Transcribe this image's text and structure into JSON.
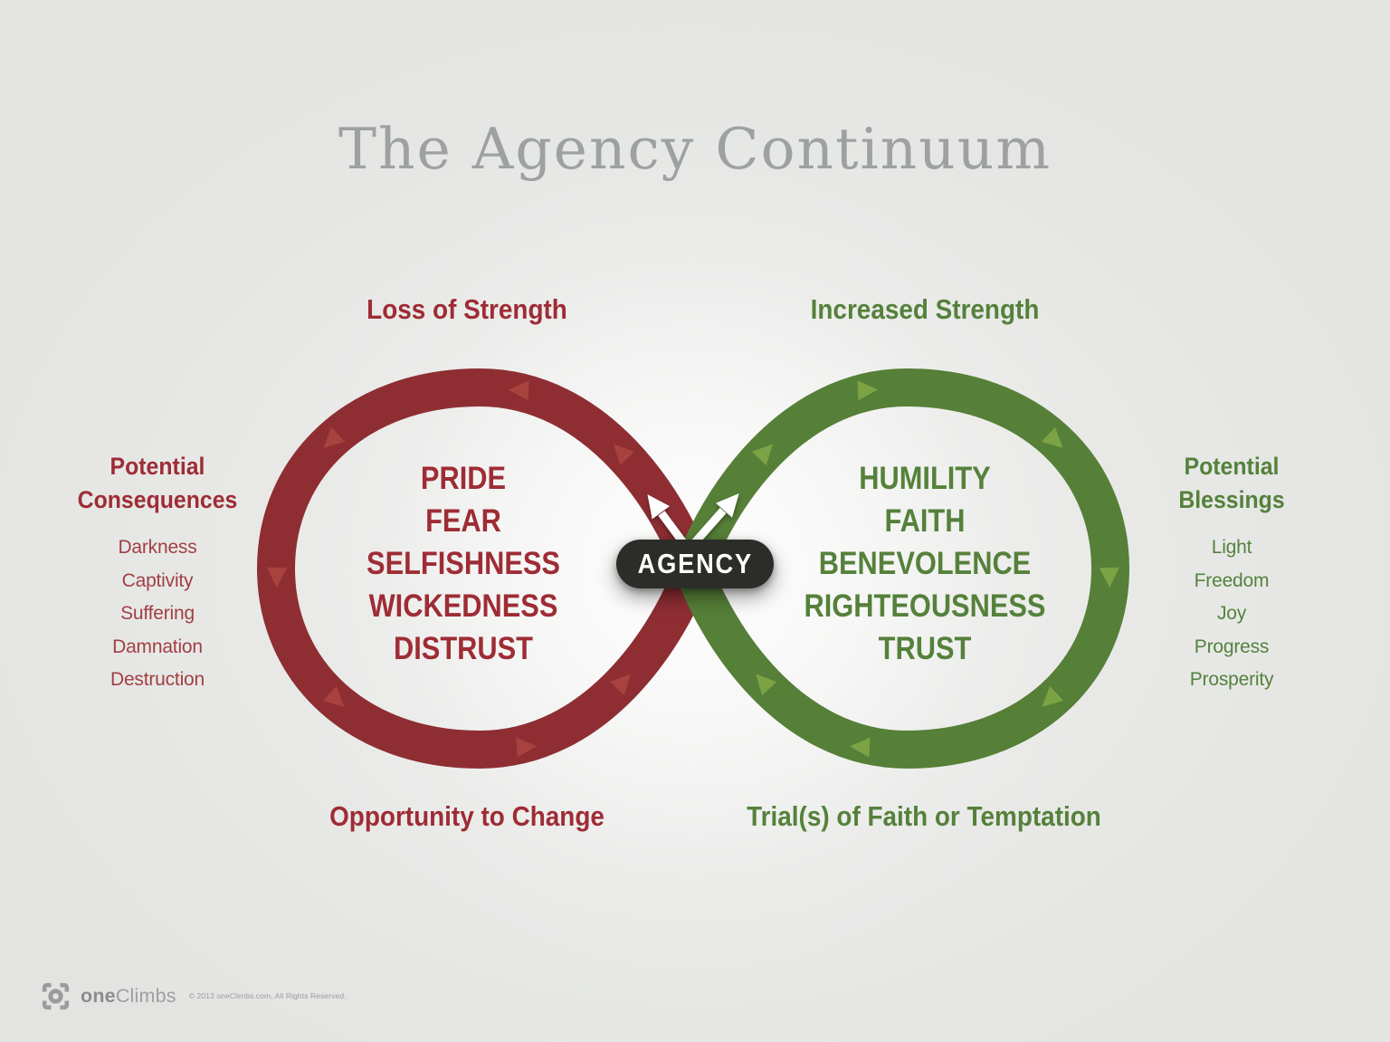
{
  "title": "The Agency Continuum",
  "center": {
    "label": "AGENCY"
  },
  "left_loop": {
    "top_label": "Loss of Strength",
    "bottom_label": "Opportunity to Change",
    "words": [
      "PRIDE",
      "FEAR",
      "SELFISHNESS",
      "WICKEDNESS",
      "DISTRUST"
    ],
    "side_heading_lines": [
      "Potential",
      "Consequences"
    ],
    "side_items": [
      "Darkness",
      "Captivity",
      "Suffering",
      "Damnation",
      "Destruction"
    ]
  },
  "right_loop": {
    "top_label": "Increased Strength",
    "bottom_label": "Trial(s) of Faith or Temptation",
    "words": [
      "HUMILITY",
      "FAITH",
      "BENEVOLENCE",
      "RIGHTEOUSNESS",
      "TRUST"
    ],
    "side_heading_lines": [
      "Potential",
      "Blessings"
    ],
    "side_items": [
      "Light",
      "Freedom",
      "Joy",
      "Progress",
      "Prosperity"
    ]
  },
  "footer": {
    "brand_prefix": "one",
    "brand_suffix": "Climbs",
    "copyright": "© 2013 oneClimbs.com, All Rights Reserved."
  },
  "colors": {
    "red": "#8e2e33",
    "red_light": "#a8423f",
    "red_text": "#9e2c35",
    "red_soft": "#a23f44",
    "green": "#567f38",
    "green_light": "#7ba344",
    "green_text": "#55813b",
    "green_soft": "#55823e",
    "badge": "#2c2c29",
    "title_gray": "#9da1a2",
    "muted_gray": "#97999a",
    "arrow_white": "#ffffff"
  }
}
